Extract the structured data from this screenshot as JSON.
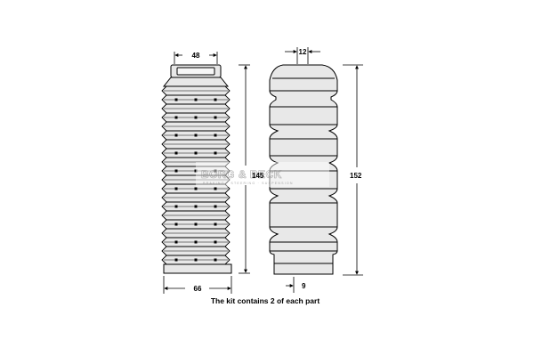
{
  "diagram": {
    "dimensions": {
      "boot_top_width": "48",
      "boot_height": "145",
      "boot_bottom_width": "66",
      "stop_top_width": "12",
      "stop_height": "152",
      "stop_bottom_width": "9"
    },
    "caption": "The kit contains 2 of each part",
    "watermark": {
      "brand": "BORG & BECK",
      "tagline": "BRAKING · STEERING · SUSPENSION"
    },
    "colors": {
      "ink": "#000000",
      "part_fill": "#e8e8e8",
      "background": "#ffffff",
      "watermark": "#d4d4d4"
    }
  }
}
